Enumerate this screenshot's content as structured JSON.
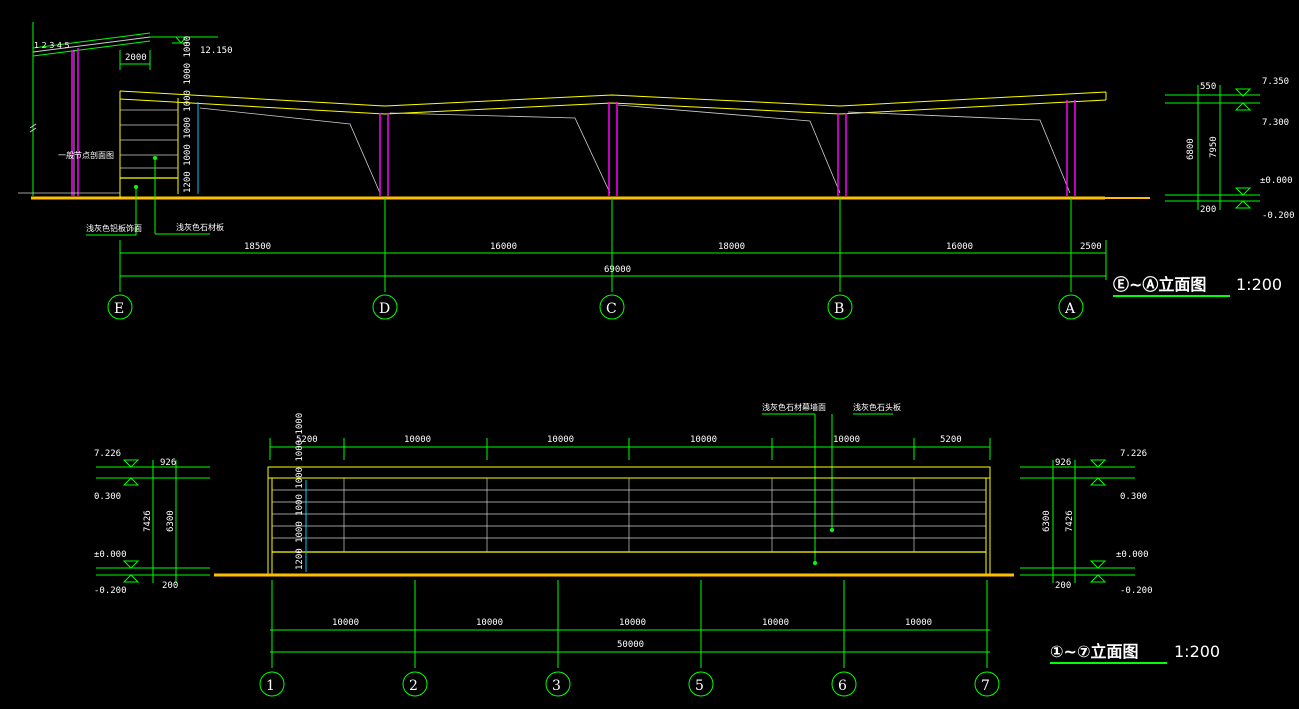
{
  "top": {
    "title": "Ⓔ~Ⓐ立面图",
    "scale": "1:200",
    "dims_lower": [
      "18500",
      "16000",
      "18000",
      "16000",
      "2500"
    ],
    "dim_total": "69000",
    "dim_side_2000": "2000",
    "level_1215": "12.150",
    "axes": [
      "E",
      "D",
      "C",
      "B",
      "A"
    ],
    "annotation_mid": "一般节点剖面图",
    "note_left": "浅灰色铝板饰面",
    "note_right": "浅灰色石材板",
    "stair_dims": "1200 1000 1000 1000 1000 1000",
    "right": {
      "dim_top": "550",
      "dim_main": "6800",
      "dim_total": "7950",
      "dim_bottom": "200",
      "level_1": "7.350",
      "level_2": "7.300",
      "level_3": "±0.000",
      "level_4": "-0.200"
    }
  },
  "bottom": {
    "title": "①~⑦立面图",
    "scale": "1:200",
    "dims_upper": [
      "5200",
      "10000",
      "10000",
      "10000",
      "10000",
      "5200"
    ],
    "dims_lower": [
      "10000",
      "10000",
      "10000",
      "10000",
      "10000"
    ],
    "dim_total": "50000",
    "axes": [
      "1",
      "2",
      "3",
      "5",
      "6",
      "7"
    ],
    "note_left": "浅灰色石材幕墙面",
    "note_right": "浅灰色石头板",
    "stair_dims": "1200 1000 1000 1000 1000 1000",
    "left": {
      "level_1": "7.226",
      "level_2": "0.300",
      "level_3": "±0.000",
      "level_4": "-0.200",
      "dim_top": "926",
      "dim_total": "7426",
      "dim_main": "6300",
      "dim_bottom": "200"
    },
    "right": {
      "level_1": "7.226",
      "level_2": "0.300",
      "level_3": "±0.000",
      "level_4": "-0.200",
      "dim_top": "926",
      "dim_main": "6300",
      "dim_total": "7426",
      "dim_bottom": "200"
    }
  }
}
